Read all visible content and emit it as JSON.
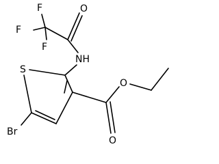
{
  "structure": {
    "atoms": {
      "f_top": "F",
      "f_left": "F",
      "f_bottom": "F",
      "o_amide": "O",
      "nh": "NH",
      "s_ring": "S",
      "br": "Br",
      "o_ester_single": "O",
      "o_ester_double": "O"
    },
    "colors": {
      "line": "#000000",
      "text": "#000000",
      "background": "#ffffff"
    }
  }
}
